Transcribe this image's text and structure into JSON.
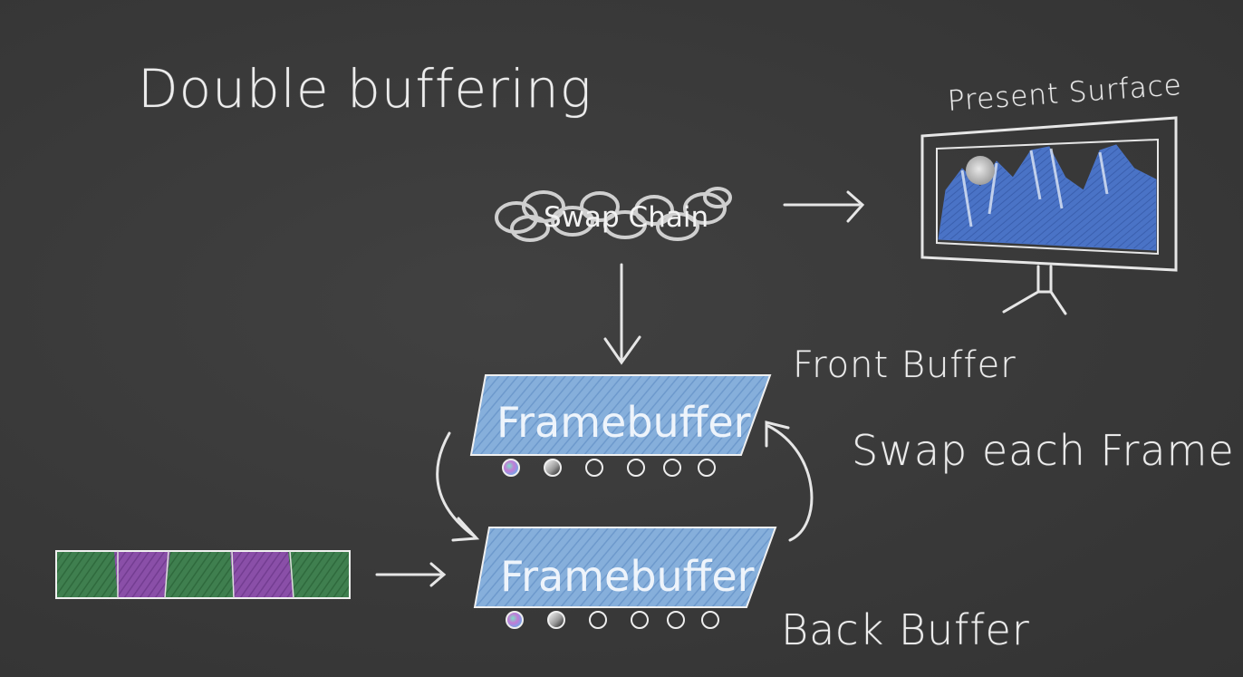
{
  "title": "Double buffering",
  "swap_chain": {
    "label": "Swap Chain"
  },
  "present_surface": {
    "label": "Present Surface"
  },
  "front_buffer": {
    "name_label": "Front Buffer",
    "box_label": "Framebuffer"
  },
  "back_buffer": {
    "name_label": "Back Buffer",
    "box_label": "Framebuffer"
  },
  "swap_note": "Swap each Frame",
  "colors": {
    "background": "#3a3a3a",
    "chalk": "#ededed",
    "framebuffer_fill": "#7fa9d6",
    "mountain_blue": "#4a73c6",
    "strip_green": "#3f7f4f",
    "strip_purple": "#8a4fa8"
  },
  "attachment_dots": [
    "color-attachment",
    "depth-attachment",
    "empty",
    "empty",
    "empty",
    "empty"
  ],
  "command_strip": [
    "green",
    "purple",
    "green",
    "purple",
    "green"
  ]
}
